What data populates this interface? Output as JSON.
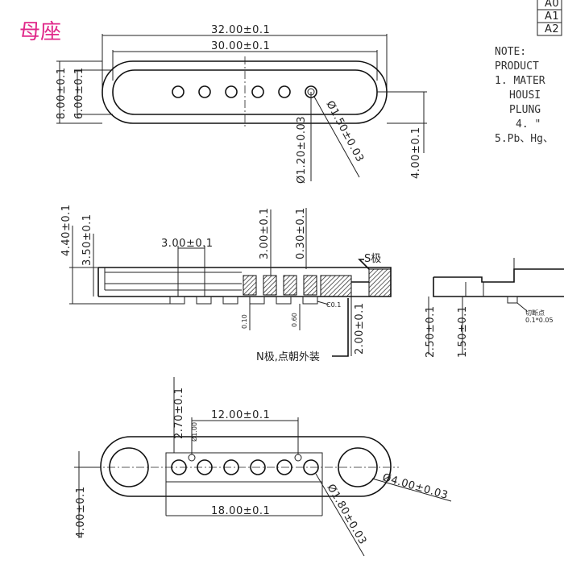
{
  "title": "母座",
  "revisions": [
    "A0",
    "A1",
    "A2"
  ],
  "notes": {
    "header": "NOTE:",
    "lines": [
      "PRODUCT",
      "1. MATER",
      "HOUSI",
      "PLUNG",
      "4. \"",
      "5.Pb、Hg、"
    ]
  },
  "top_view": {
    "dim_overall": "32.00±0.1",
    "dim_inner": "30.00±0.1",
    "dim_height_outer": "8.00±0.1",
    "dim_height_inner": "6.00±0.1",
    "dim_hole": "Ø1.50±0.03",
    "dim_pin": "Ø1.20±0.03",
    "dim_side": "4.00±0.1"
  },
  "side_view": {
    "dim_total_h": "4.40±0.1",
    "dim_body_h": "3.50±0.1",
    "dim_pitch": "3.00±0.1",
    "dim_pin_h": "3.00±0.1",
    "dim_step": "0.30±0.1",
    "dim_gap": "0.10",
    "dim_gap2": "0.60",
    "chamfer": "C0.1",
    "dim_depth": "2.00±0.1",
    "label_s": "S极",
    "label_n": "N极,点朝外装"
  },
  "end_view": {
    "dim_h1": "2.50±0.1",
    "dim_h2": "1.50±0.1",
    "cut_label": "切断点",
    "cut_value": "0.1*0.05"
  },
  "bottom_view": {
    "dim_pitch_span": "12.00±0.1",
    "dim_height": "2.70±0.1",
    "dim_small_hole": "Ø1.00",
    "dim_big_hole": "Ø4.00±0.03",
    "dim_pin_hole": "Ø1.80±0.03",
    "dim_window": "18.00±0.1",
    "dim_side": "4.00±0.1"
  }
}
